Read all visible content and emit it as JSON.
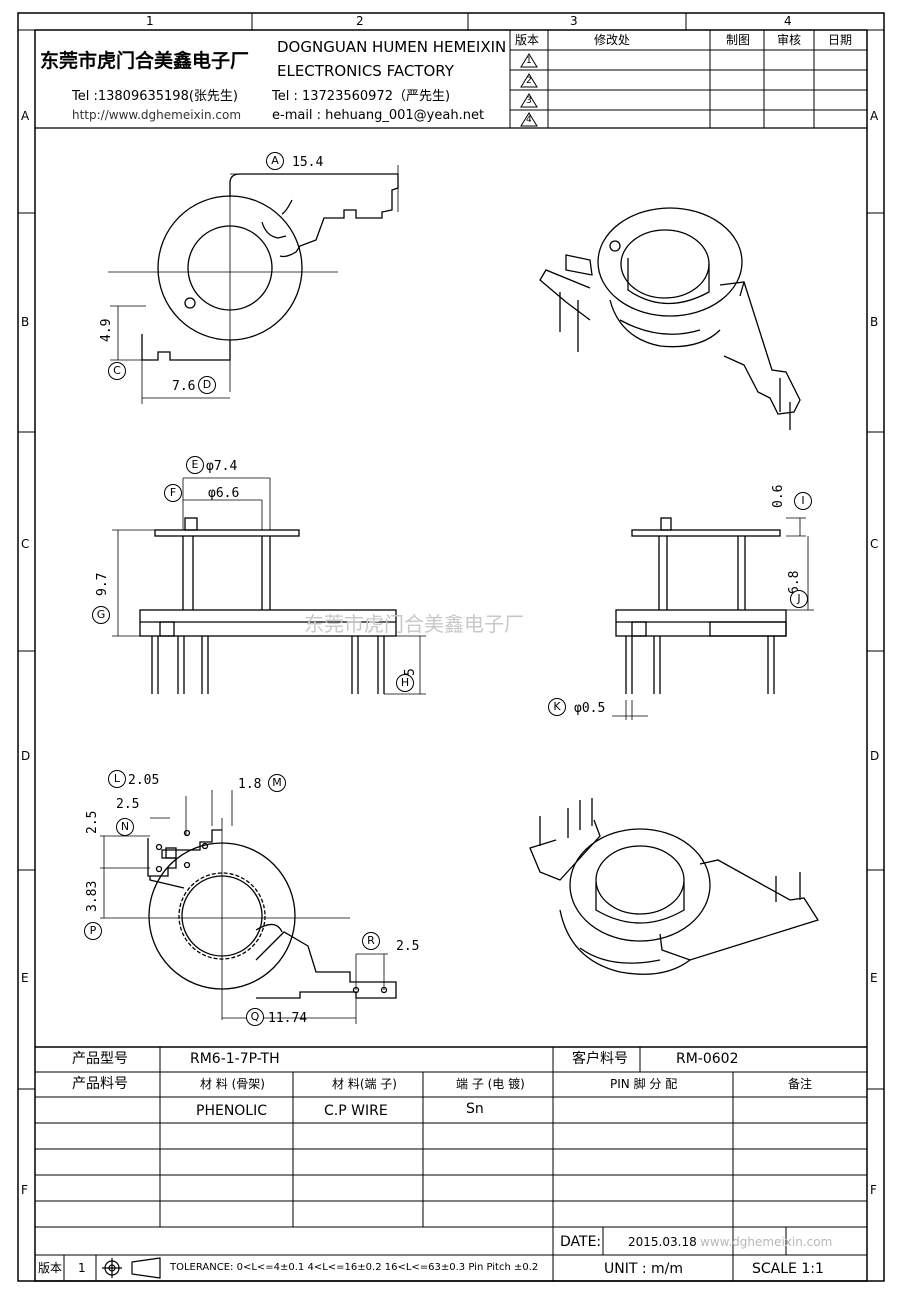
{
  "grid": {
    "columns": [
      "1",
      "2",
      "3",
      "4"
    ],
    "rows": [
      "A",
      "B",
      "C",
      "D",
      "E",
      "F"
    ]
  },
  "company": {
    "name_cn": "东莞市虎门合美鑫电子厂",
    "name_en_1": "DOGNGUAN HUMEN HEMEIXIN",
    "name_en_2": "ELECTRONICS FACTORY",
    "tel1": "Tel :13809635198(张先生)",
    "tel2": "Tel : 13723560972（严先生)",
    "website": "http://www.dghemeixin.com",
    "email": "e-mail : hehuang_001@yeah.net"
  },
  "revision_table": {
    "headers": [
      "版本",
      "修改处",
      "制图",
      "审核",
      "日期"
    ],
    "rows": [
      "1",
      "2",
      "3",
      "4"
    ]
  },
  "dimensions": {
    "A": "15.4",
    "C": "4.9",
    "D": "7.6",
    "E": "φ7.4",
    "F": "φ6.6",
    "G": "9.7",
    "H": "5",
    "I": "0.6",
    "J": "6.8",
    "K": "φ0.5",
    "L": "2.05",
    "M": "1.8",
    "N1": "2.5",
    "N2": "2.5",
    "P": "3.83",
    "Q": "11.74",
    "R": "2.5"
  },
  "callouts": [
    "A",
    "C",
    "D",
    "E",
    "F",
    "G",
    "H",
    "I",
    "J",
    "K",
    "L",
    "M",
    "N",
    "P",
    "Q",
    "R"
  ],
  "watermark": "东莞市虎门合美鑫电子厂",
  "info_table": {
    "product_model_label": "产品型号",
    "product_model": "RM6-1-7P-TH",
    "customer_part_label": "客户料号",
    "customer_part": "RM-0602",
    "headers": [
      "产品料号",
      "材 料 (骨架)",
      "材 料(端 子)",
      "端 子 (电 镀)",
      "PIN 脚 分 配",
      "备注"
    ],
    "values": [
      "",
      "PHENOLIC",
      "C.P WIRE",
      "Sn",
      "",
      ""
    ]
  },
  "footer": {
    "date_label": "DATE:",
    "date_value": "2015.03.18",
    "version_label": "版本",
    "version_value": "1",
    "tolerance": "TOLERANCE:  0<L<=4±0.1  4<L<=16±0.2  16<L<=63±0.3  Pin Pitch  ±0.2",
    "unit": "UNIT : m/m",
    "scale": "SCALE    1:1",
    "watermark2": "www.dghemeixin.com"
  }
}
